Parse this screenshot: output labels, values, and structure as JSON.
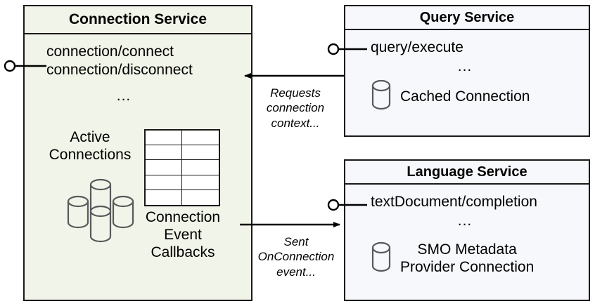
{
  "diagram": {
    "type": "uml-component-diagram",
    "colors": {
      "connection_service_fill": "#f1f4e8",
      "service_fill": "#f7f8fb",
      "stroke": "#1a1a1a",
      "cylinder_stroke": "#58595b",
      "background": "#ffffff"
    }
  },
  "connection_service": {
    "title": "Connection Service",
    "endpoints": [
      "connection/connect",
      "connection/disconnect"
    ],
    "ellipsis": "...",
    "active_connections_label": "Active\nConnections",
    "active_connections_line1": "Active",
    "active_connections_line2": "Connections",
    "cylinder_count": 4,
    "callbacks_label_line1": "Connection",
    "callbacks_label_line2": "Event",
    "callbacks_label_line3": "Callbacks",
    "table": {
      "rows": 5,
      "columns": 2
    }
  },
  "query_service": {
    "title": "Query Service",
    "endpoint": "query/execute",
    "ellipsis": "...",
    "db_label": "Cached Connection"
  },
  "language_service": {
    "title": "Language Service",
    "endpoint": "textDocument/completion",
    "ellipsis": "...",
    "db_label_line1": "SMO Metadata",
    "db_label_line2": "Provider Connection"
  },
  "connectors": {
    "requests_caption_line1": "Requests",
    "requests_caption_line2": "connection",
    "requests_caption_line3": "context...",
    "sent_caption_line1": "Sent",
    "sent_caption_line2": "OnConnection",
    "sent_caption_line3": "event..."
  }
}
